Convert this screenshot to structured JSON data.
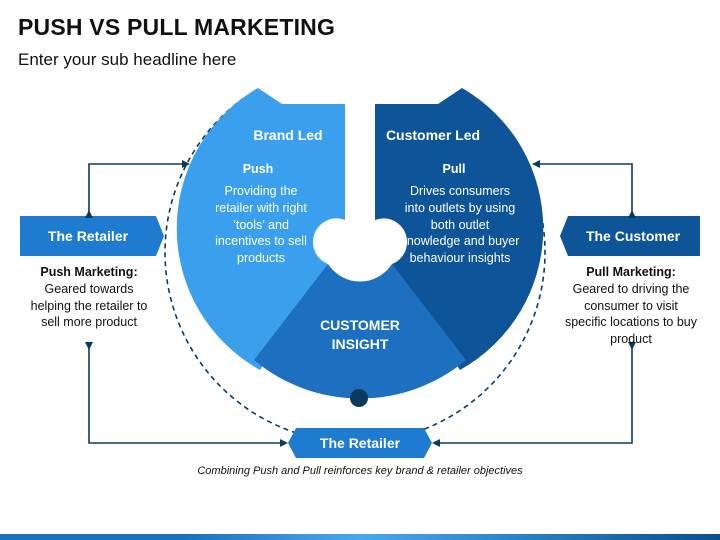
{
  "header": {
    "title": "PUSH VS PULL MARKETING",
    "subtitle": "Enter your sub headline here"
  },
  "left_segment": {
    "heading": "Brand Led",
    "label": "Push",
    "text": "Providing the retailer with right ‘tools’ and incentives to sell products"
  },
  "right_segment": {
    "heading": "Customer Led",
    "label": "Pull",
    "text": "Drives consumers into outlets by using both outlet knowledge and buyer behaviour insights"
  },
  "center_segment": {
    "text": "CUSTOMER INSIGHT"
  },
  "left_box": {
    "label": "The Retailer",
    "heading": "Push Marketing:",
    "text": "Geared towards helping the retailer to sell more product"
  },
  "right_box": {
    "label": "The Customer",
    "heading": "Pull Marketing:",
    "text": "Geared to driving the consumer to visit specific locations to buy product"
  },
  "bottom_box": {
    "label": "The Retailer"
  },
  "footer": {
    "note": "Combining Push and Pull reinforces key brand & retailer objectives"
  },
  "colors": {
    "light_blue": "#3aa0ee",
    "dark_blue": "#0d5499",
    "mid_blue": "#1d6fbf",
    "navy": "#0b3a5e"
  }
}
